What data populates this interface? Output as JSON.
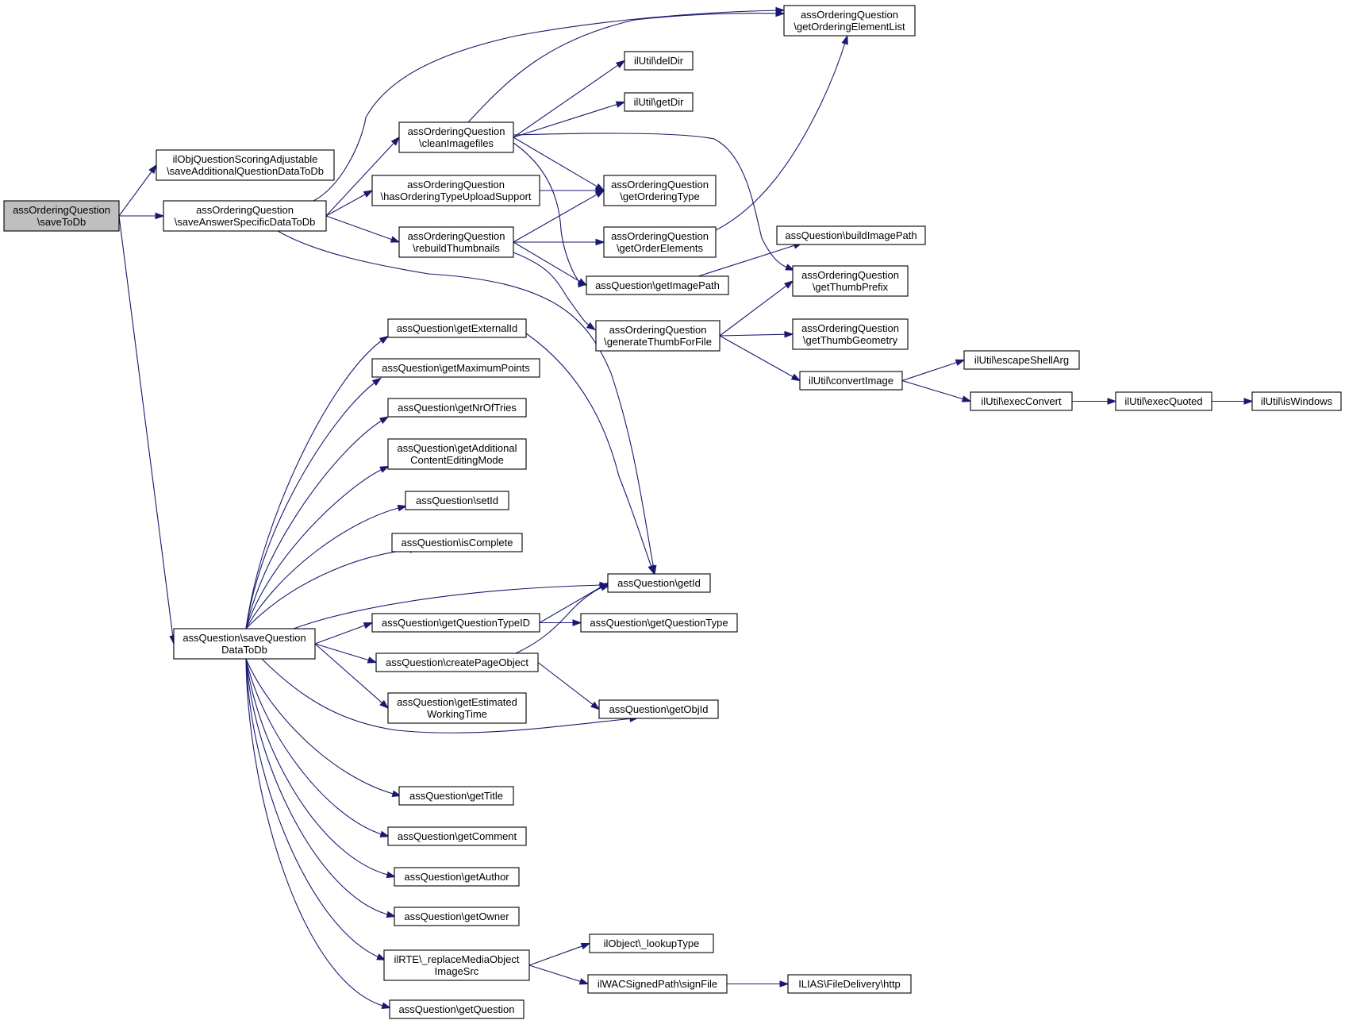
{
  "nodes": [
    {
      "id": "n_saveToDb",
      "lines": [
        "assOrderingQuestion",
        "\\saveToDb"
      ],
      "fill": "#bfbfbf"
    },
    {
      "id": "n_saveAdditional",
      "lines": [
        "ilObjQuestionScoringAdjustable",
        "\\saveAdditionalQuestionDataToDb"
      ]
    },
    {
      "id": "n_saveAnswer",
      "lines": [
        "assOrderingQuestion",
        "\\saveAnswerSpecificDataToDb"
      ]
    },
    {
      "id": "n_saveQuestionData",
      "lines": [
        "assQuestion\\saveQuestion",
        "DataToDb"
      ]
    },
    {
      "id": "n_cleanImagefiles",
      "lines": [
        "assOrderingQuestion",
        "\\cleanImagefiles"
      ]
    },
    {
      "id": "n_hasUpload",
      "lines": [
        "assOrderingQuestion",
        "\\hasOrderingTypeUploadSupport"
      ]
    },
    {
      "id": "n_rebuildThumbs",
      "lines": [
        "assOrderingQuestion",
        "\\rebuildThumbnails"
      ]
    },
    {
      "id": "n_getOrderingElementList",
      "lines": [
        "assOrderingQuestion",
        "\\getOrderingElementList"
      ]
    },
    {
      "id": "n_delDir",
      "lines": [
        "ilUtil\\delDir"
      ]
    },
    {
      "id": "n_getDir",
      "lines": [
        "ilUtil\\getDir"
      ]
    },
    {
      "id": "n_getOrderingType",
      "lines": [
        "assOrderingQuestion",
        "\\getOrderingType"
      ]
    },
    {
      "id": "n_getOrderElements",
      "lines": [
        "assOrderingQuestion",
        "\\getOrderElements"
      ]
    },
    {
      "id": "n_getImagePath",
      "lines": [
        "assQuestion\\getImagePath"
      ]
    },
    {
      "id": "n_generateThumb",
      "lines": [
        "assOrderingQuestion",
        "\\generateThumbForFile"
      ]
    },
    {
      "id": "n_buildImagePath",
      "lines": [
        "assQuestion\\buildImagePath"
      ]
    },
    {
      "id": "n_getThumbPrefix",
      "lines": [
        "assOrderingQuestion",
        "\\getThumbPrefix"
      ]
    },
    {
      "id": "n_getThumbGeometry",
      "lines": [
        "assOrderingQuestion",
        "\\getThumbGeometry"
      ]
    },
    {
      "id": "n_convertImage",
      "lines": [
        "ilUtil\\convertImage"
      ]
    },
    {
      "id": "n_escapeShellArg",
      "lines": [
        "ilUtil\\escapeShellArg"
      ]
    },
    {
      "id": "n_execConvert",
      "lines": [
        "ilUtil\\execConvert"
      ]
    },
    {
      "id": "n_execQuoted",
      "lines": [
        "ilUtil\\execQuoted"
      ]
    },
    {
      "id": "n_isWindows",
      "lines": [
        "ilUtil\\isWindows"
      ]
    },
    {
      "id": "n_getExternalId",
      "lines": [
        "assQuestion\\getExternalId"
      ]
    },
    {
      "id": "n_getMaximumPoints",
      "lines": [
        "assQuestion\\getMaximumPoints"
      ]
    },
    {
      "id": "n_getNrOfTries",
      "lines": [
        "assQuestion\\getNrOfTries"
      ]
    },
    {
      "id": "n_getAdditionalContent",
      "lines": [
        "assQuestion\\getAdditional",
        "ContentEditingMode"
      ]
    },
    {
      "id": "n_setId",
      "lines": [
        "assQuestion\\setId"
      ]
    },
    {
      "id": "n_isComplete",
      "lines": [
        "assQuestion\\isComplete"
      ]
    },
    {
      "id": "n_getId",
      "lines": [
        "assQuestion\\getId"
      ]
    },
    {
      "id": "n_getQuestionTypeID",
      "lines": [
        "assQuestion\\getQuestionTypeID"
      ]
    },
    {
      "id": "n_getQuestionType",
      "lines": [
        "assQuestion\\getQuestionType"
      ]
    },
    {
      "id": "n_createPageObject",
      "lines": [
        "assQuestion\\createPageObject"
      ]
    },
    {
      "id": "n_getEstimated",
      "lines": [
        "assQuestion\\getEstimated",
        "WorkingTime"
      ]
    },
    {
      "id": "n_getObjId",
      "lines": [
        "assQuestion\\getObjId"
      ]
    },
    {
      "id": "n_getTitle",
      "lines": [
        "assQuestion\\getTitle"
      ]
    },
    {
      "id": "n_getComment",
      "lines": [
        "assQuestion\\getComment"
      ]
    },
    {
      "id": "n_getAuthor",
      "lines": [
        "assQuestion\\getAuthor"
      ]
    },
    {
      "id": "n_getOwner",
      "lines": [
        "assQuestion\\getOwner"
      ]
    },
    {
      "id": "n_replaceMedia",
      "lines": [
        "ilRTE\\_replaceMediaObject",
        "ImageSrc"
      ]
    },
    {
      "id": "n_getQuestion",
      "lines": [
        "assQuestion\\getQuestion"
      ]
    },
    {
      "id": "n_lookupType",
      "lines": [
        "ilObject\\_lookupType"
      ]
    },
    {
      "id": "n_signFile",
      "lines": [
        "ilWACSignedPath\\signFile"
      ]
    },
    {
      "id": "n_http",
      "lines": [
        "ILIAS\\FileDelivery\\http"
      ]
    }
  ],
  "edges": [
    {
      "from": "n_saveToDb",
      "to": "n_saveAdditional"
    },
    {
      "from": "n_saveToDb",
      "to": "n_saveAnswer"
    },
    {
      "from": "n_saveToDb",
      "to": "n_saveQuestionData"
    },
    {
      "from": "n_saveAnswer",
      "to": "n_getOrderingElementList"
    },
    {
      "from": "n_saveAnswer",
      "to": "n_cleanImagefiles"
    },
    {
      "from": "n_saveAnswer",
      "to": "n_hasUpload"
    },
    {
      "from": "n_saveAnswer",
      "to": "n_rebuildThumbs"
    },
    {
      "from": "n_saveAnswer",
      "to": "n_getId"
    },
    {
      "from": "n_cleanImagefiles",
      "to": "n_getOrderingElementList"
    },
    {
      "from": "n_cleanImagefiles",
      "to": "n_delDir"
    },
    {
      "from": "n_cleanImagefiles",
      "to": "n_getDir"
    },
    {
      "from": "n_cleanImagefiles",
      "to": "n_getOrderingType"
    },
    {
      "from": "n_cleanImagefiles",
      "to": "n_getImagePath"
    },
    {
      "from": "n_cleanImagefiles",
      "to": "n_getThumbPrefix"
    },
    {
      "from": "n_hasUpload",
      "to": "n_getOrderingType"
    },
    {
      "from": "n_rebuildThumbs",
      "to": "n_getOrderingType"
    },
    {
      "from": "n_rebuildThumbs",
      "to": "n_getOrderElements"
    },
    {
      "from": "n_rebuildThumbs",
      "to": "n_getImagePath"
    },
    {
      "from": "n_rebuildThumbs",
      "to": "n_generateThumb"
    },
    {
      "from": "n_getOrderElements",
      "to": "n_getOrderingElementList"
    },
    {
      "from": "n_getImagePath",
      "to": "n_buildImagePath"
    },
    {
      "from": "n_generateThumb",
      "to": "n_getThumbPrefix"
    },
    {
      "from": "n_generateThumb",
      "to": "n_getThumbGeometry"
    },
    {
      "from": "n_generateThumb",
      "to": "n_convertImage"
    },
    {
      "from": "n_convertImage",
      "to": "n_escapeShellArg"
    },
    {
      "from": "n_convertImage",
      "to": "n_execConvert"
    },
    {
      "from": "n_execConvert",
      "to": "n_execQuoted"
    },
    {
      "from": "n_execQuoted",
      "to": "n_isWindows"
    },
    {
      "from": "n_saveQuestionData",
      "to": "n_getExternalId"
    },
    {
      "from": "n_saveQuestionData",
      "to": "n_getMaximumPoints"
    },
    {
      "from": "n_saveQuestionData",
      "to": "n_getNrOfTries"
    },
    {
      "from": "n_saveQuestionData",
      "to": "n_getAdditionalContent"
    },
    {
      "from": "n_saveQuestionData",
      "to": "n_setId"
    },
    {
      "from": "n_saveQuestionData",
      "to": "n_isComplete"
    },
    {
      "from": "n_saveQuestionData",
      "to": "n_getId"
    },
    {
      "from": "n_saveQuestionData",
      "to": "n_getQuestionTypeID"
    },
    {
      "from": "n_saveQuestionData",
      "to": "n_createPageObject"
    },
    {
      "from": "n_saveQuestionData",
      "to": "n_getEstimated"
    },
    {
      "from": "n_saveQuestionData",
      "to": "n_getObjId"
    },
    {
      "from": "n_saveQuestionData",
      "to": "n_getTitle"
    },
    {
      "from": "n_saveQuestionData",
      "to": "n_getComment"
    },
    {
      "from": "n_saveQuestionData",
      "to": "n_getAuthor"
    },
    {
      "from": "n_saveQuestionData",
      "to": "n_getOwner"
    },
    {
      "from": "n_saveQuestionData",
      "to": "n_replaceMedia"
    },
    {
      "from": "n_saveQuestionData",
      "to": "n_getQuestion"
    },
    {
      "from": "n_getExternalId",
      "to": "n_getId"
    },
    {
      "from": "n_getQuestionTypeID",
      "to": "n_getId"
    },
    {
      "from": "n_getQuestionTypeID",
      "to": "n_getQuestionType"
    },
    {
      "from": "n_createPageObject",
      "to": "n_getId"
    },
    {
      "from": "n_createPageObject",
      "to": "n_getObjId"
    },
    {
      "from": "n_replaceMedia",
      "to": "n_lookupType"
    },
    {
      "from": "n_replaceMedia",
      "to": "n_signFile"
    },
    {
      "from": "n_signFile",
      "to": "n_http"
    }
  ]
}
